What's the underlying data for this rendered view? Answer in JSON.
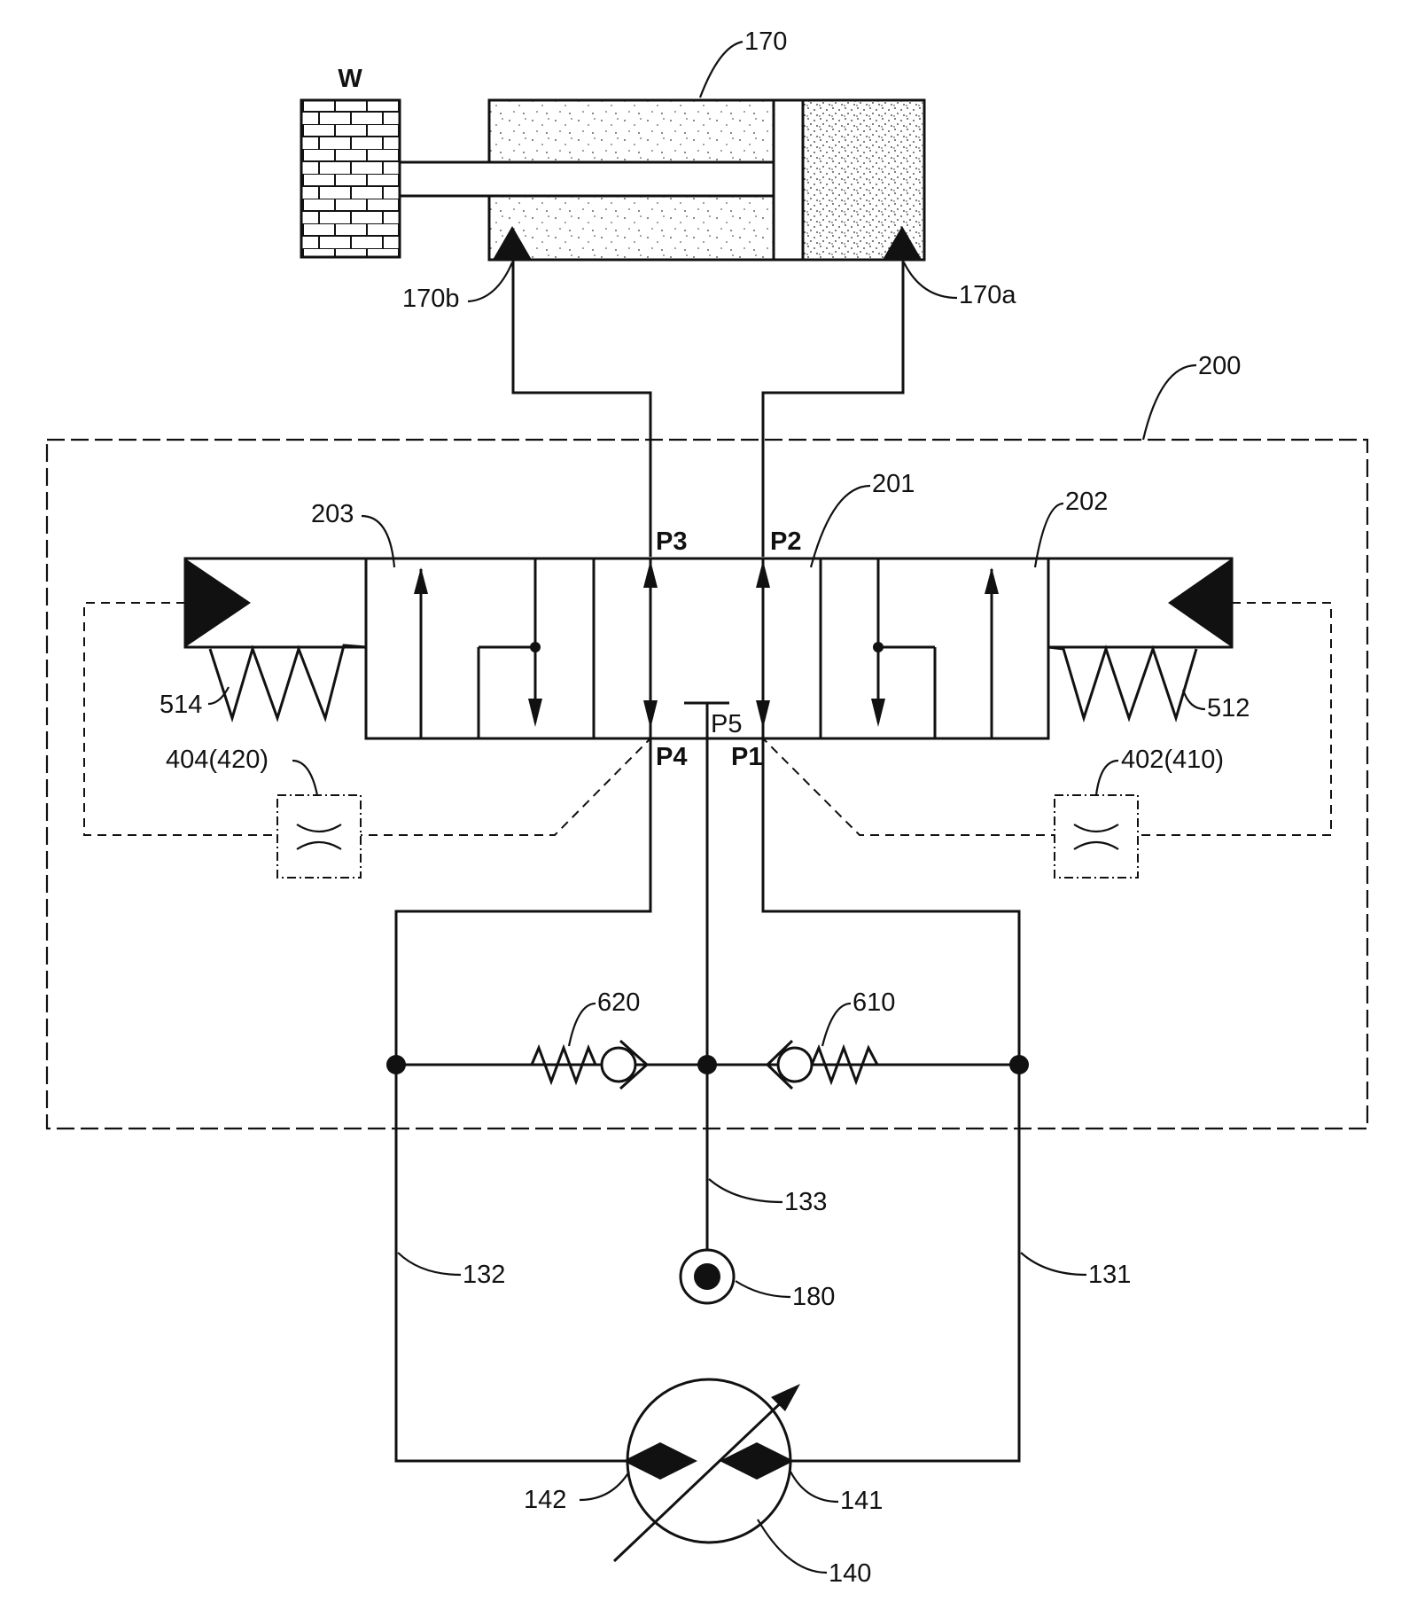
{
  "labels": {
    "load": "W",
    "cylinder": "170",
    "port_170b": "170b",
    "port_170a": "170a",
    "control_unit": "200",
    "valve_201": "201",
    "valve_202": "202",
    "valve_203": "203",
    "port_p1": "P1",
    "port_p2": "P2",
    "port_p3": "P3",
    "port_p4": "P4",
    "port_p5": "P5",
    "spring_514": "514",
    "spring_512": "512",
    "orifice_left": "404(420)",
    "orifice_right": "402(410)",
    "check_620": "620",
    "check_610": "610",
    "line_133": "133",
    "line_132": "132",
    "line_131": "131",
    "accumulator": "180",
    "pump_port_142": "142",
    "pump_port_141": "141",
    "pump": "140"
  }
}
